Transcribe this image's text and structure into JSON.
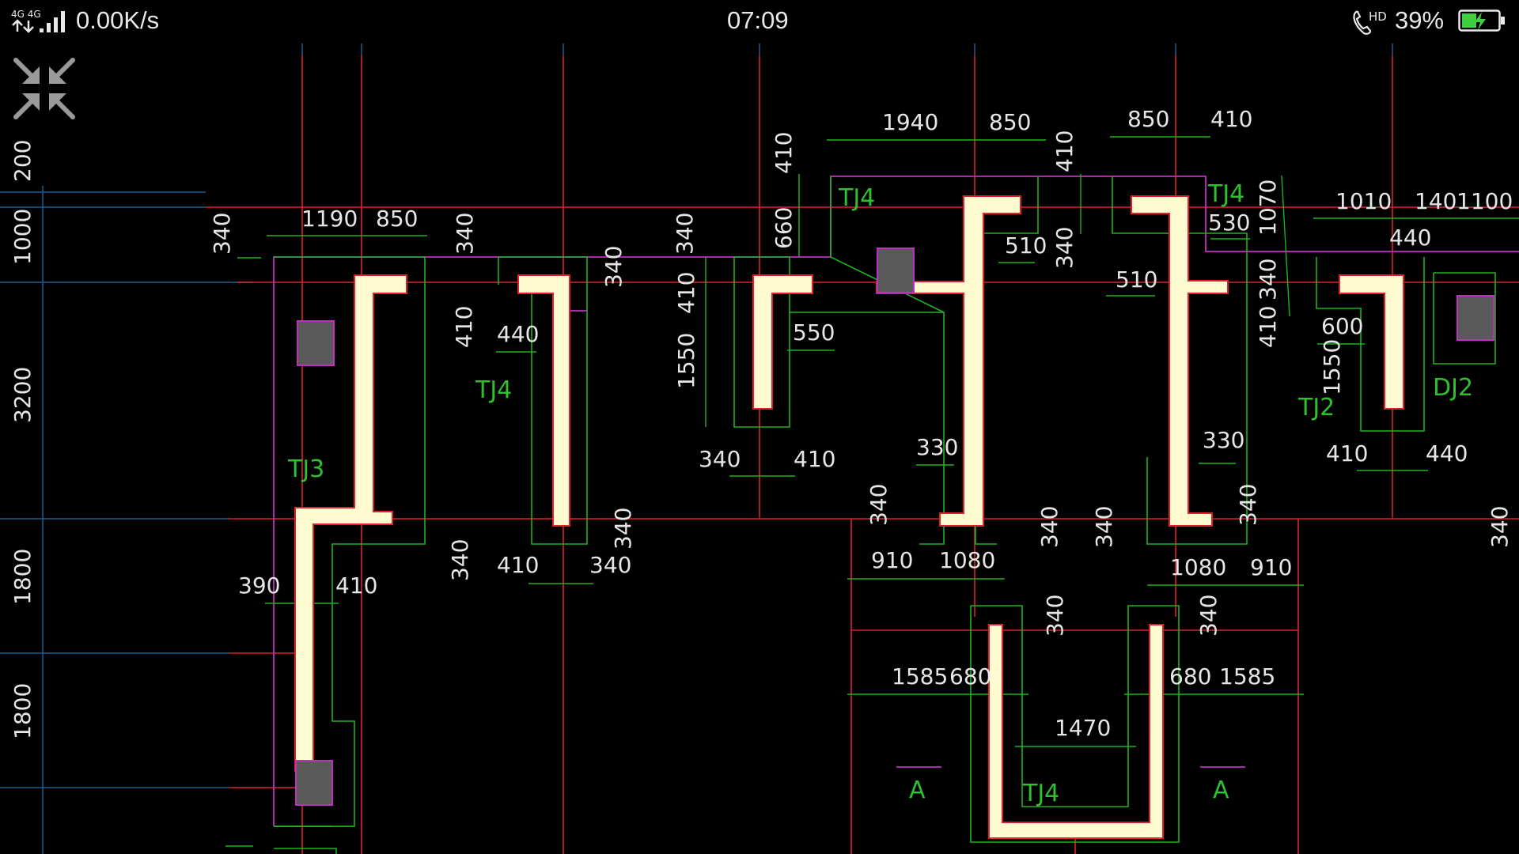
{
  "status_bar": {
    "network_type": "4G 4G",
    "network_speed": "0.00K/s",
    "time": "07:09",
    "call_badge": "HD",
    "battery_percent": "39%",
    "icons": {
      "signal": "signal-icon",
      "hd_call": "hd-call-icon",
      "battery": "battery-charging-icon"
    }
  },
  "toolbar": {
    "exit_fullscreen_icon": "exit-fullscreen-icon"
  },
  "colors": {
    "background": "#000000",
    "axis_line": "#e0202a",
    "outline_green": "#1fb31f",
    "boundary_magenta": "#c030c0",
    "wall_fill": "#fffbd0",
    "column_fill": "#5a5a5a",
    "dim_text": "#e6e6e6",
    "label_text": "#2fbf2f",
    "side_axis": "#1d5f8a"
  },
  "drawing": {
    "side_dimensions": [
      "200",
      "1000",
      "3200",
      "1800",
      "1800"
    ],
    "dimensions": [
      "1190",
      "850",
      "340",
      "340",
      "340",
      "340",
      "660",
      "410",
      "1940",
      "850",
      "410",
      "850",
      "410",
      "1010",
      "140",
      "1100",
      "440",
      "530",
      "1070",
      "510",
      "340",
      "510",
      "340",
      "410",
      "410",
      "410",
      "440",
      "550",
      "1550",
      "600",
      "1550",
      "340",
      "410",
      "330",
      "330",
      "410",
      "440",
      "340",
      "340",
      "340",
      "340",
      "340",
      "340",
      "410",
      "340",
      "910",
      "1080",
      "1080",
      "910",
      "390",
      "410",
      "340",
      "340",
      "1585",
      "680",
      "680",
      "1585",
      "1470",
      "340"
    ],
    "labels": [
      "TJ4",
      "TJ4",
      "TJ4",
      "TJ3",
      "TJ2",
      "DJ2",
      "TJ4",
      "A",
      "A"
    ]
  }
}
